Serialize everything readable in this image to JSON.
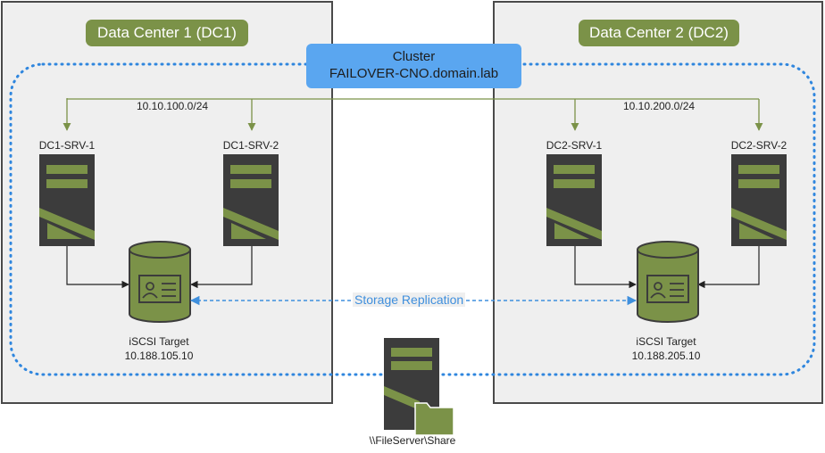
{
  "datacenters": [
    {
      "label": "Data Center 1 (DC1)",
      "subnet": "10.10.100.0/24",
      "servers": [
        "DC1-SRV-1",
        "DC1-SRV-2"
      ],
      "storage": {
        "label": "iSCSI Target",
        "ip": "10.188.105.10"
      }
    },
    {
      "label": "Data Center 2 (DC2)",
      "subnet": "10.10.200.0/24",
      "servers": [
        "DC2-SRV-1",
        "DC2-SRV-2"
      ],
      "storage": {
        "label": "iSCSI Target",
        "ip": "10.188.205.10"
      }
    }
  ],
  "cluster": {
    "title": "Cluster",
    "name": "FAILOVER-CNO.domain.lab"
  },
  "replication_label": "Storage Replication",
  "fileshare_label": "\\\\FileServer\\Share",
  "colors": {
    "green": "#7b9248",
    "dark": "#3c3c3c",
    "blue": "#3f8fdd",
    "cluster": "#5aa6f0"
  }
}
